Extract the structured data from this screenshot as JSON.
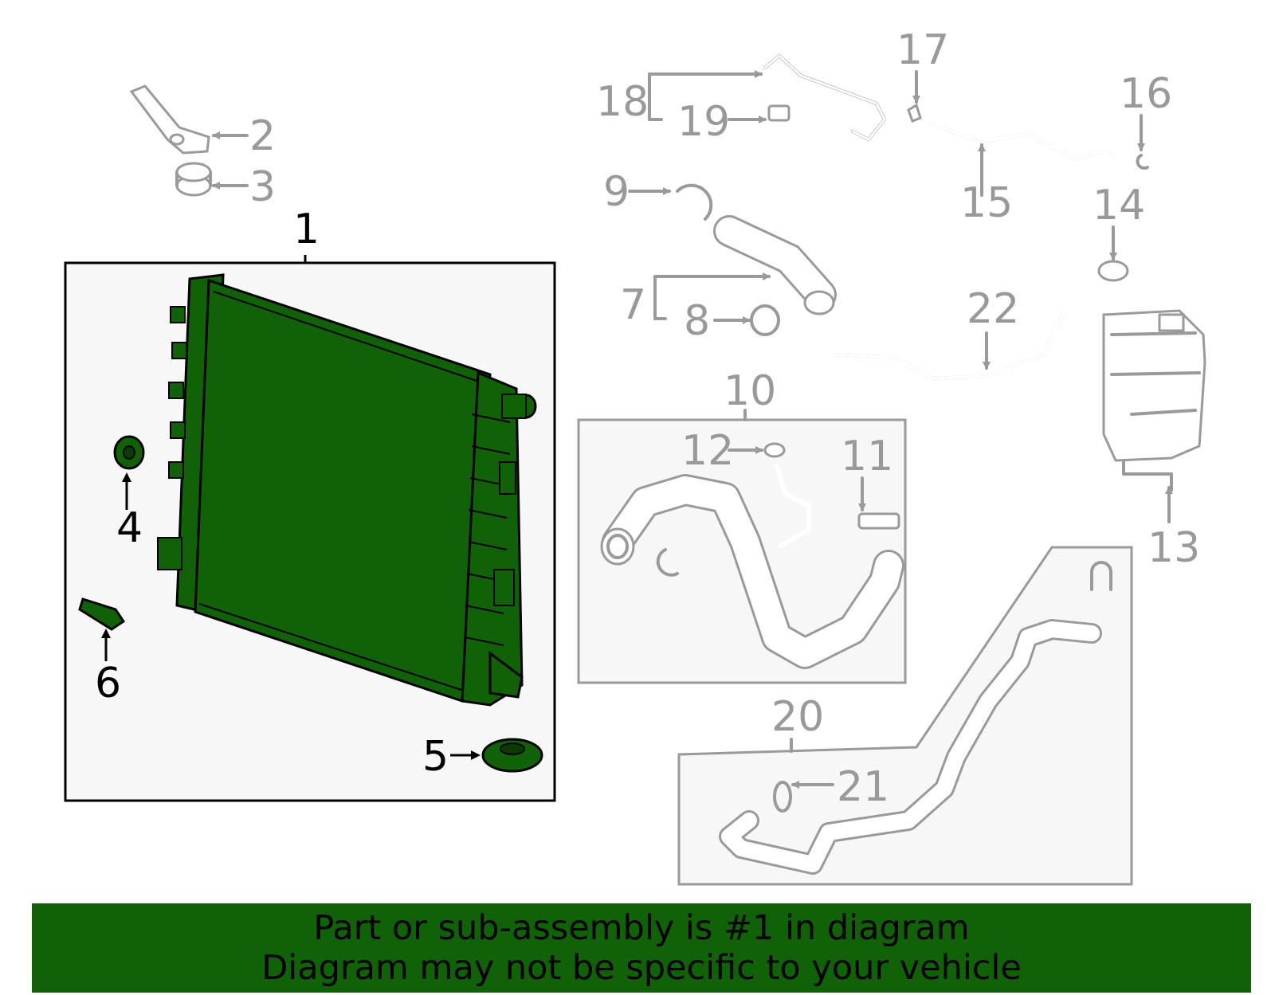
{
  "colors": {
    "highlight": "#116108",
    "outline_gray": "#999999",
    "panel_fill": "#f7f7f7",
    "banner_bg": "#116108"
  },
  "callouts": {
    "c1": "1",
    "c2": "2",
    "c3": "3",
    "c4": "4",
    "c5": "5",
    "c6": "6",
    "c7": "7",
    "c8": "8",
    "c9": "9",
    "c10": "10",
    "c11": "11",
    "c12": "12",
    "c13": "13",
    "c14": "14",
    "c15": "15",
    "c16": "16",
    "c17": "17",
    "c18": "18",
    "c19": "19",
    "c20": "20",
    "c21": "21",
    "c22": "22"
  },
  "banner": {
    "line1": "Part or sub-assembly is #1 in diagram",
    "line2": "Diagram may not be specific to your vehicle"
  }
}
